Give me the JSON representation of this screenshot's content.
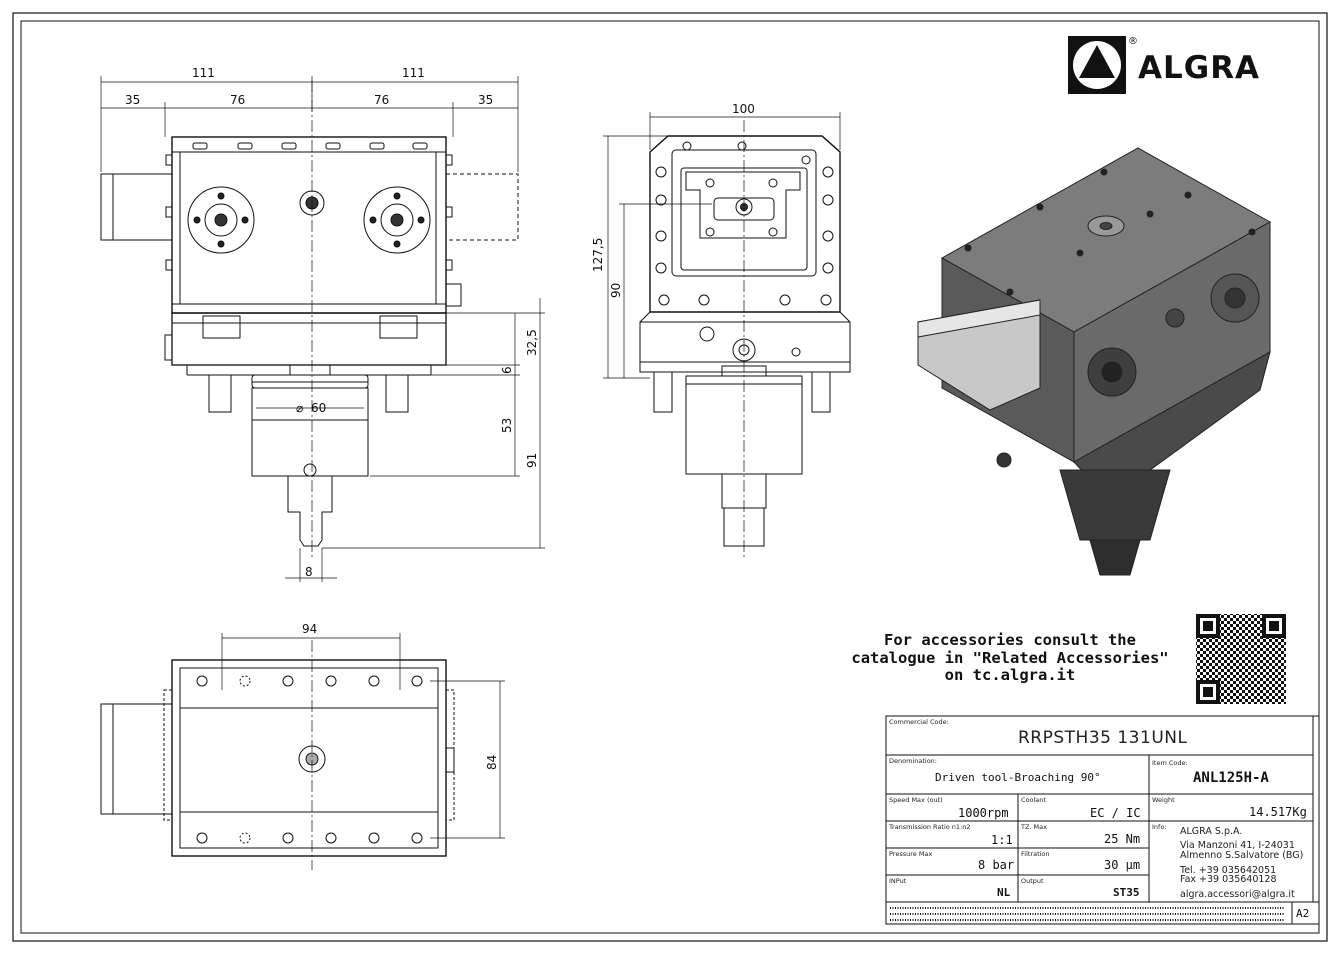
{
  "brand": {
    "name": "ALGRA",
    "registered": "®"
  },
  "dimensions": {
    "front_top_left": "111",
    "front_top_right": "111",
    "front_35_left": "35",
    "front_76_left": "76",
    "front_76_right": "76",
    "front_35_right": "35",
    "front_32_5": "32,5",
    "front_6": "6",
    "front_53": "53",
    "front_91": "91",
    "front_diam": "60",
    "front_8": "8",
    "side_100": "100",
    "side_127_5": "127,5",
    "side_90": "90",
    "bottom_94": "94",
    "bottom_84": "84"
  },
  "note": {
    "line1": "For accessories consult the",
    "line2": "catalogue in \"Related Accessories\"",
    "line3": "on tc.algra.it"
  },
  "title_block": {
    "commercial_code_label": "Commercial Code:",
    "commercial_code": "RRPSTH35 131UNL",
    "denomination_label": "Denomination:",
    "denomination": "Driven tool-Broaching 90°",
    "item_code_label": "Item Code:",
    "item_code": "ANL125H-A",
    "speed_label": "Speed Max (out)",
    "speed": "1000rpm",
    "coolant_label": "Coolant",
    "coolant": "EC / IC",
    "weight_label": "Weight",
    "weight": "14.517Kg",
    "ratio_label": "Transmission Ratio n1:n2",
    "ratio": "1:1",
    "torque_label": "TZ. Max",
    "torque": "25 Nm",
    "info_label": "Info:",
    "pressure_label": "Pressure Max",
    "pressure": "8 bar",
    "filtration_label": "Filtration",
    "filtration": "30 µm",
    "input_label": "INPut",
    "input": "NL",
    "output_label": "Output",
    "output": "ST35",
    "company": "ALGRA S.p.A.",
    "address1": "Via Manzoni 41, I-24031",
    "address2": "Almenno S.Salvatore (BG)",
    "tel": "Tel. +39 035642051",
    "fax": "Fax +39 035640128",
    "email": "algra.accessori@algra.it",
    "sheet_size": "A2"
  }
}
